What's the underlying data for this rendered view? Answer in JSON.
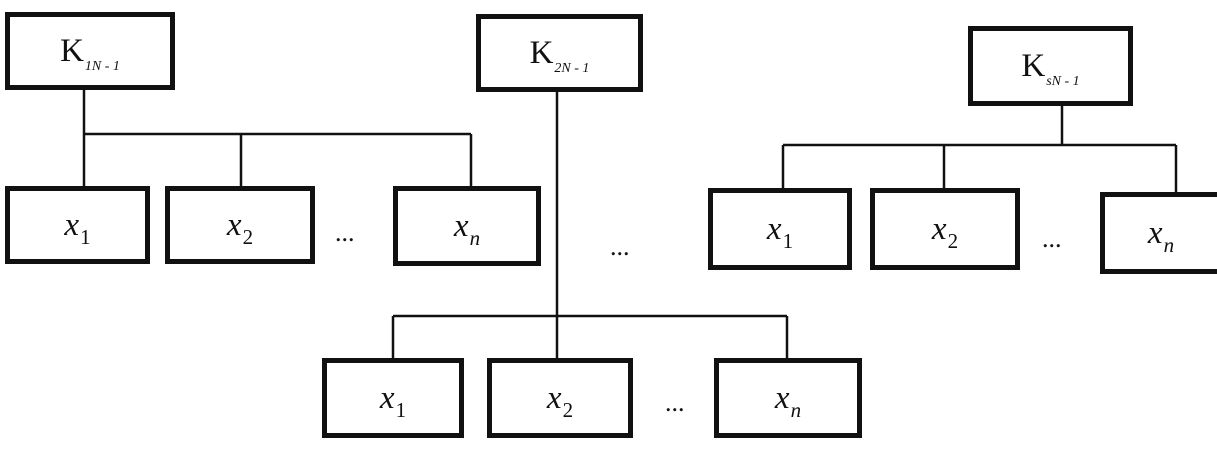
{
  "tree1": {
    "root": {
      "main": "K",
      "sub": "1N - 1"
    },
    "leaves": [
      {
        "main": "x",
        "sub": "1"
      },
      {
        "main": "x",
        "sub": "2"
      },
      {
        "main": "x",
        "sub": "n"
      }
    ],
    "ellipsis": "..."
  },
  "tree2": {
    "root": {
      "main": "K",
      "sub": "2N - 1"
    },
    "leaves": [
      {
        "main": "x",
        "sub": "1"
      },
      {
        "main": "x",
        "sub": "2"
      },
      {
        "main": "x",
        "sub": "n"
      }
    ],
    "ellipsis": "..."
  },
  "tree3": {
    "root": {
      "main": "K",
      "sub": "sN - 1"
    },
    "leaves": [
      {
        "main": "x",
        "sub": "1"
      },
      {
        "main": "x",
        "sub": "2"
      },
      {
        "main": "x",
        "sub": "n"
      }
    ],
    "ellipsis": "..."
  },
  "between_trees_ellipsis": "..."
}
